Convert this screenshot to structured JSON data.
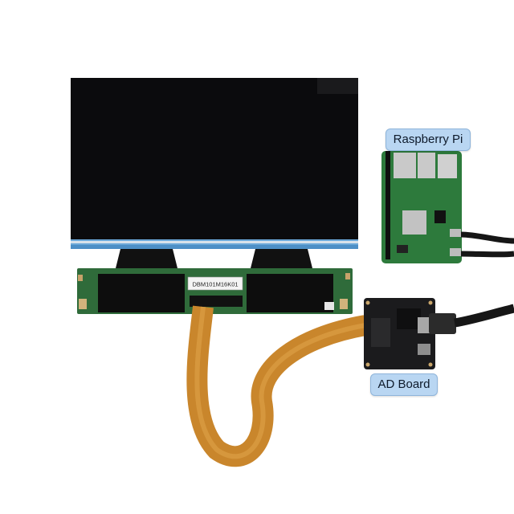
{
  "labels": {
    "raspberry_pi": "Raspberry Pi",
    "ad_board": "AD Board",
    "pcb_model": "DBM101M16K01"
  },
  "colors": {
    "callout_bg": "#b9d6f2",
    "screen": "#0b0b0d",
    "pcb_green": "#2f6b3a",
    "flex_cable": "#c9862c",
    "board_black": "#1b1b1d",
    "cable_black": "#161616"
  }
}
